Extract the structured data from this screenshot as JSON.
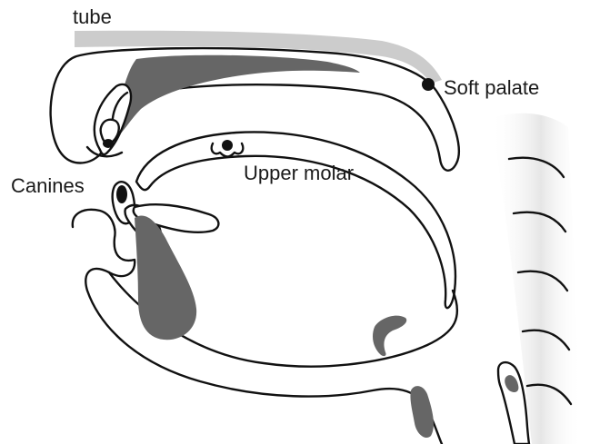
{
  "labels": {
    "tube": "tube",
    "soft_palate": "Soft palate",
    "canines": "Canines",
    "upper_molar": "Upper molar"
  },
  "colors": {
    "outline": "#111111",
    "shaded_tissue": "#666666",
    "tube": "#cccccc",
    "spine_gradient": "#e6e6e6",
    "marker": "#111111"
  }
}
